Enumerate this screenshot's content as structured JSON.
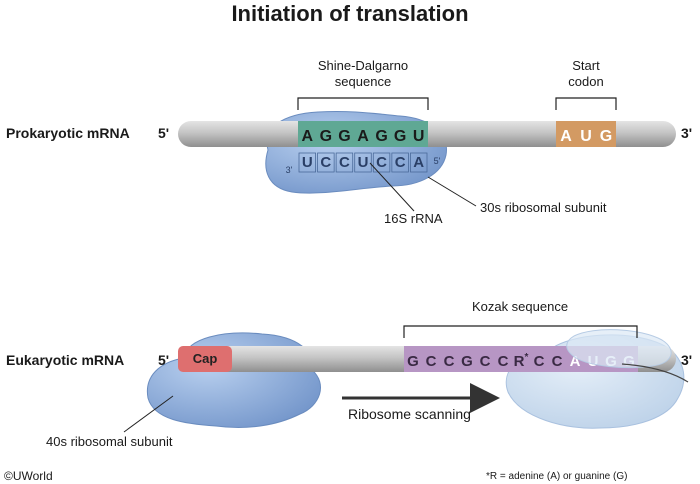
{
  "title": "Initiation of translation",
  "prokaryotic": {
    "row_label": "Prokaryotic mRNA",
    "end5": "5'",
    "end3": "3'",
    "shine_dalgarno": {
      "label_line1": "Shine-Dalgarno",
      "label_line2": "sequence",
      "sequence": [
        "A",
        "G",
        "G",
        "A",
        "G",
        "G",
        "U"
      ],
      "color": "#5fa894"
    },
    "start_codon": {
      "label_line1": "Start",
      "label_line2": "codon",
      "sequence": [
        "A",
        "U",
        "G"
      ],
      "color": "#d39a63"
    },
    "rrna": {
      "prime3": "3'",
      "prime5": "5'",
      "sequence": [
        "U",
        "C",
        "C",
        "U",
        "C",
        "C",
        "A"
      ],
      "label": "16S rRNA"
    },
    "subunit_label": "30s ribosomal subunit"
  },
  "eukaryotic": {
    "row_label": "Eukaryotic mRNA",
    "end5": "5'",
    "end3": "3'",
    "cap": {
      "label": "Cap",
      "color": "#de6f6f"
    },
    "kozak": {
      "label": "Kozak sequence",
      "sequence": [
        "G",
        "C",
        "C",
        "G",
        "C",
        "C",
        "R*",
        "C",
        "C",
        "A",
        "U",
        "G",
        "G"
      ],
      "color": "#b796c4"
    },
    "scanning_label": "Ribosome scanning",
    "subunit_label": "40s ribosomal subunit"
  },
  "footer": {
    "copyright": "©UWorld",
    "note": "*R = adenine (A) or guanine (G)"
  },
  "colors": {
    "mrna": "#c2c2c2",
    "ribosome": "#8caedc",
    "ribosome_faded": "#c9dbee"
  }
}
